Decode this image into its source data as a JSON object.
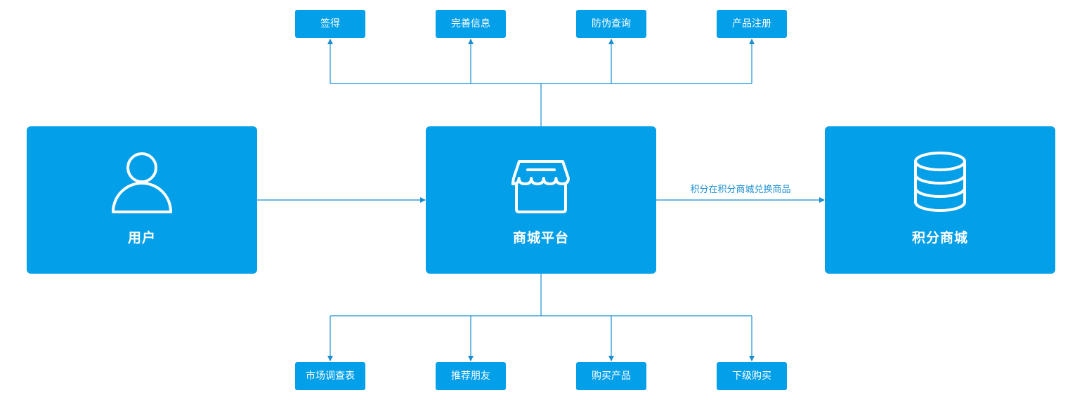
{
  "nodes": {
    "user": {
      "label": "用户",
      "icon": "user-icon"
    },
    "platform": {
      "label": "商城平台",
      "icon": "store-icon"
    },
    "points_mall": {
      "label": "积分商城",
      "icon": "database-icon"
    }
  },
  "edge_label": "积分在积分商城兑换商品",
  "top_features": [
    "签得",
    "完善信息",
    "防伪查询",
    "产品注册"
  ],
  "bottom_features": [
    "市场调查表",
    "推荐朋友",
    "购买产品",
    "下级购买"
  ],
  "colors": {
    "box": "#039fe8",
    "line": "#1a8fd0",
    "text": "#ffffff"
  }
}
